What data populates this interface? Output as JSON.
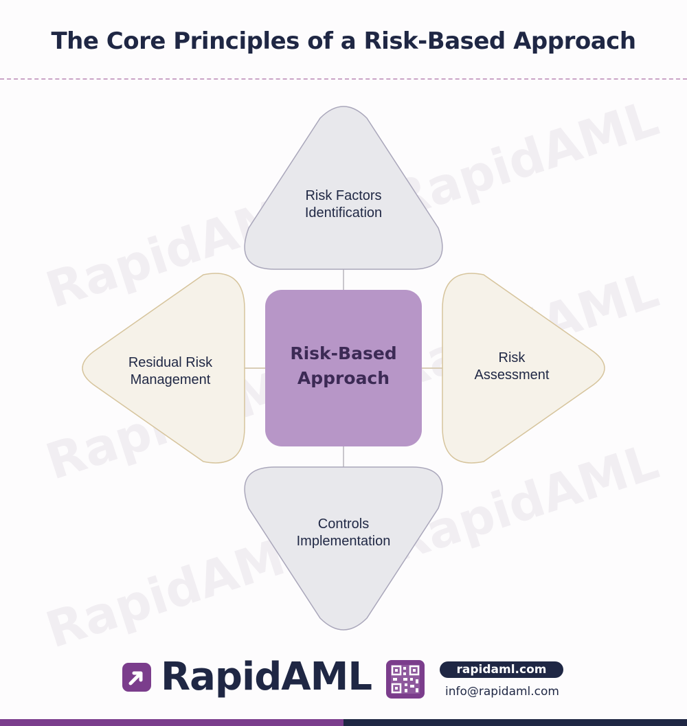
{
  "title": "The Core Principles of a Risk-Based Approach",
  "watermark": "RapidAML",
  "diagram": {
    "center": {
      "line1": "Risk-Based",
      "line2": "Approach",
      "color": "#b796c7"
    },
    "top": {
      "line1": "Risk Factors",
      "line2": "Identification",
      "color": "#e8e8ec"
    },
    "right": {
      "line1": "Risk",
      "line2": "Assessment",
      "color": "#f6f2e9"
    },
    "bottom": {
      "line1": "Controls",
      "line2": "Implementation",
      "color": "#e8e8ec"
    },
    "left": {
      "line1": "Residual Risk",
      "line2": "Management",
      "color": "#f6f2e9"
    }
  },
  "footer": {
    "brand": "RapidAML",
    "website": "rapidaml.com",
    "email": "info@rapidaml.com",
    "accent": "#7b3d8c",
    "dark": "#1f2744"
  }
}
